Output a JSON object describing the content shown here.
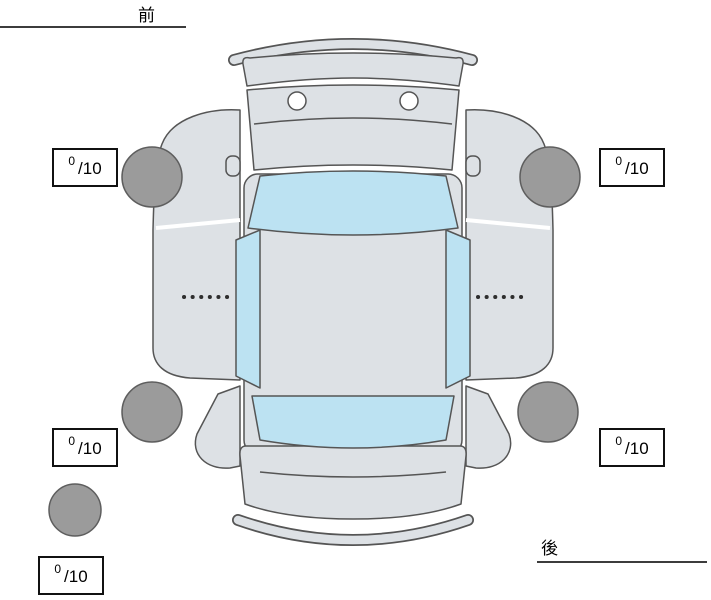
{
  "orientation": {
    "front": "前",
    "rear": "後"
  },
  "tire_ratings": {
    "front_left": {
      "score": "0",
      "max": "/10"
    },
    "front_right": {
      "score": "0",
      "max": "/10"
    },
    "rear_left": {
      "score": "0",
      "max": "/10"
    },
    "rear_right": {
      "score": "0",
      "max": "/10"
    },
    "spare": {
      "score": "0",
      "max": "/10"
    }
  },
  "colors": {
    "body": "#dde1e5",
    "window": "#bce2f2",
    "tire": "#9b9b9b",
    "outline": "#555555"
  }
}
